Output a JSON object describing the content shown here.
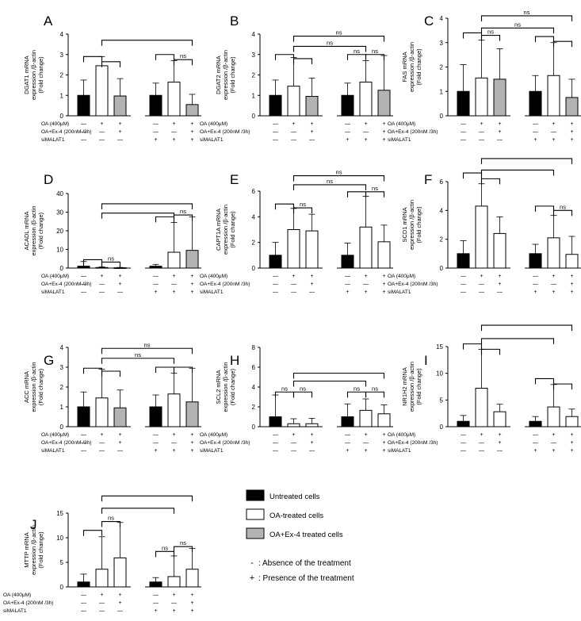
{
  "figure": {
    "legend": {
      "items": [
        {
          "label": "Untreated cells",
          "color": "#000000"
        },
        {
          "label": "OA-treated cells",
          "color": "#ffffff"
        },
        {
          "label": "OA+Ex-4 treated cells",
          "color": "#b3b3b3"
        }
      ],
      "notes": [
        {
          "sym": "-",
          "text": ": Absence of the treatment"
        },
        {
          "sym": "+",
          "text": ": Presence of the treatment"
        }
      ]
    }
  },
  "chart_data": [
    {
      "type": "bar",
      "letter": "A",
      "ylabel": [
        "DGAT1 mRNA",
        "expression /β-actin",
        "(Fold change)"
      ],
      "ylim": [
        0,
        4
      ],
      "yticks": [
        0,
        1,
        2,
        3,
        4
      ],
      "values": [
        1,
        2.45,
        0.97,
        1,
        1.65,
        0.55
      ],
      "errors": [
        0.75,
        0.45,
        0.85,
        0.6,
        1.05,
        0.5
      ],
      "colors": [
        "black",
        "white",
        "gray",
        "black",
        "white",
        "gray"
      ],
      "brackets": [
        {
          "from": 0,
          "to": 1,
          "level": 2.9,
          "label": ""
        },
        {
          "from": 1,
          "to": 2,
          "level": 2.65,
          "label": ""
        },
        {
          "from": 3,
          "to": 4,
          "level": 3.0,
          "label": ""
        },
        {
          "from": 4,
          "to": 5,
          "level": 2.75,
          "label": "ns"
        },
        {
          "from": 1,
          "to": 5,
          "level": 3.7,
          "label": ""
        }
      ],
      "rows": [
        {
          "label": "OA (400μM)",
          "signs": [
            "—",
            "+",
            "+",
            "—",
            "+",
            "+"
          ]
        },
        {
          "label": "OA+Ex-4 (200nM /3h)",
          "signs": [
            "—",
            "—",
            "+",
            "—",
            "—",
            "+"
          ]
        },
        {
          "label": "siMALAT1",
          "signs": [
            "—",
            "—",
            "—",
            "+",
            "+",
            "+"
          ]
        }
      ]
    },
    {
      "type": "bar",
      "letter": "B",
      "ylabel": [
        "DGAT2 mRNA",
        "expression /β-actin",
        "(Fold change)"
      ],
      "ylim": [
        0,
        4
      ],
      "yticks": [
        0,
        1,
        2,
        3,
        4
      ],
      "values": [
        1,
        1.45,
        0.95,
        1,
        1.65,
        1.25
      ],
      "errors": [
        0.75,
        1.4,
        0.9,
        0.6,
        1.05,
        1.7
      ],
      "colors": [
        "black",
        "white",
        "gray",
        "black",
        "white",
        "gray"
      ],
      "brackets": [
        {
          "from": 0,
          "to": 1,
          "level": 3.0,
          "label": ""
        },
        {
          "from": 1,
          "to": 2,
          "level": 2.8,
          "label": ""
        },
        {
          "from": 3,
          "to": 4,
          "level": 3.0,
          "label": "ns"
        },
        {
          "from": 4,
          "to": 5,
          "level": 3.0,
          "label": "ns"
        },
        {
          "from": 1,
          "to": 4,
          "level": 3.4,
          "label": "ns"
        },
        {
          "from": 1,
          "to": 5,
          "level": 3.9,
          "label": "ns"
        }
      ],
      "rows": [
        {
          "label": "OA (400μM)",
          "signs": [
            "—",
            "+",
            "+",
            "—",
            "+",
            "+"
          ]
        },
        {
          "label": "OA+Ex-4 (200nM /3h)",
          "signs": [
            "—",
            "—",
            "+",
            "—",
            "—",
            "+"
          ]
        },
        {
          "label": "siMALAT1",
          "signs": [
            "—",
            "—",
            "—",
            "+",
            "+",
            "+"
          ]
        }
      ]
    },
    {
      "type": "bar",
      "letter": "C",
      "ylabel": [
        "FAS mRNA",
        "expression /β-actin",
        "(Fold change)"
      ],
      "ylim": [
        0,
        4
      ],
      "yticks": [
        0,
        1,
        2,
        3,
        4
      ],
      "values": [
        1,
        1.55,
        1.5,
        1,
        1.65,
        0.75
      ],
      "errors": [
        1.1,
        1.55,
        1.25,
        0.65,
        1.35,
        0.75
      ],
      "colors": [
        "black",
        "white",
        "gray",
        "black",
        "white",
        "gray"
      ],
      "brackets": [
        {
          "from": 0,
          "to": 1,
          "level": 3.4,
          "label": ""
        },
        {
          "from": 1,
          "to": 2,
          "level": 3.3,
          "label": "ns"
        },
        {
          "from": 3,
          "to": 4,
          "level": 3.25,
          "label": ""
        },
        {
          "from": 4,
          "to": 5,
          "level": 3.05,
          "label": ""
        },
        {
          "from": 1,
          "to": 4,
          "level": 3.6,
          "label": "ns"
        },
        {
          "from": 1,
          "to": 5,
          "level": 4.1,
          "label": "ns"
        }
      ],
      "rows": [
        {
          "label": "OA (400μM)",
          "signs": [
            "—",
            "+",
            "+",
            "—",
            "+",
            "+"
          ]
        },
        {
          "label": "OA+Ex-4 (200nM /3h)",
          "signs": [
            "—",
            "—",
            "+",
            "—",
            "—",
            "+"
          ]
        },
        {
          "label": "siMALAT1",
          "signs": [
            "—",
            "—",
            "—",
            "+",
            "+",
            "+"
          ]
        }
      ]
    },
    {
      "type": "bar",
      "letter": "D",
      "ylabel": [
        "ACADL mRNA",
        "expression /β-actin",
        "(Fold change)"
      ],
      "ylim": [
        0,
        40
      ],
      "yticks": [
        0,
        10,
        20,
        30,
        40
      ],
      "values": [
        1,
        0.3,
        0.15,
        1,
        8.5,
        9.5
      ],
      "errors": [
        2.5,
        0.3,
        0.2,
        1.0,
        16,
        18
      ],
      "colors": [
        "black",
        "white",
        "gray",
        "black",
        "white",
        "gray"
      ],
      "brackets": [
        {
          "from": 0,
          "to": 1,
          "level": 4.5,
          "label": ""
        },
        {
          "from": 1,
          "to": 2,
          "level": 3.2,
          "label": "ns"
        },
        {
          "from": 3,
          "to": 4,
          "level": 27.5,
          "label": ""
        },
        {
          "from": 4,
          "to": 5,
          "level": 28.5,
          "label": "ns"
        },
        {
          "from": 1,
          "to": 4,
          "level": 29.5,
          "label": ""
        },
        {
          "from": 1,
          "to": 5,
          "level": 34.5,
          "label": ""
        }
      ],
      "rows": [
        {
          "label": "OA (400μM)",
          "signs": [
            "—",
            "+",
            "+",
            "—",
            "+",
            "+"
          ]
        },
        {
          "label": "OA+Ex-4 (200nM /3h)",
          "signs": [
            "—",
            "—",
            "+",
            "—",
            "—",
            "+"
          ]
        },
        {
          "label": "siMALAT1",
          "signs": [
            "—",
            "—",
            "—",
            "+",
            "+",
            "+"
          ]
        }
      ]
    },
    {
      "type": "bar",
      "letter": "E",
      "ylabel": [
        "CAPT1A mRNA",
        "expression /β-actin",
        "(Fold change)"
      ],
      "ylim": [
        0,
        6
      ],
      "yticks": [
        0,
        2,
        4,
        6
      ],
      "values": [
        1,
        3.0,
        2.9,
        1,
        3.2,
        2.05
      ],
      "errors": [
        1.0,
        1.65,
        1.3,
        0.95,
        2.4,
        1.3
      ],
      "colors": [
        "black",
        "white",
        "white",
        "black",
        "white",
        "white"
      ],
      "brackets": [
        {
          "from": 0,
          "to": 1,
          "level": 5.0,
          "label": ""
        },
        {
          "from": 1,
          "to": 2,
          "level": 4.7,
          "label": "ns"
        },
        {
          "from": 3,
          "to": 4,
          "level": 5.95,
          "label": ""
        },
        {
          "from": 4,
          "to": 5,
          "level": 5.95,
          "label": "ns"
        },
        {
          "from": 1,
          "to": 4,
          "level": 6.5,
          "label": "ns"
        },
        {
          "from": 1,
          "to": 5,
          "level": 7.2,
          "label": "ns"
        }
      ],
      "rows": [
        {
          "label": "OA (400μM)",
          "signs": [
            "—",
            "+",
            "+",
            "—",
            "+",
            "+"
          ]
        },
        {
          "label": "OA+Ex-4 (200nM /3h)",
          "signs": [
            "—",
            "—",
            "+",
            "—",
            "—",
            "+"
          ]
        },
        {
          "label": "siMALAT1",
          "signs": [
            "—",
            "—",
            "—",
            "+",
            "+",
            "+"
          ]
        }
      ]
    },
    {
      "type": "bar",
      "letter": "F",
      "ylabel": [
        "SCD1 mRNA",
        "expression /β-actin",
        "(Fold change)"
      ],
      "ylim": [
        0,
        6
      ],
      "yticks": [
        0,
        2,
        4,
        6
      ],
      "values": [
        1,
        4.3,
        2.4,
        1,
        2.1,
        0.95
      ],
      "errors": [
        0.9,
        1.55,
        1.15,
        0.65,
        1.55,
        1.25
      ],
      "colors": [
        "black",
        "white",
        "white",
        "black",
        "white",
        "white"
      ],
      "brackets": [
        {
          "from": 0,
          "to": 1,
          "level": 6.6,
          "label": ""
        },
        {
          "from": 1,
          "to": 2,
          "level": 6.2,
          "label": ""
        },
        {
          "from": 3,
          "to": 4,
          "level": 4.3,
          "label": ""
        },
        {
          "from": 4,
          "to": 5,
          "level": 4.0,
          "label": "ns"
        },
        {
          "from": 1,
          "to": 4,
          "level": 6.8,
          "label": ""
        },
        {
          "from": 1,
          "to": 5,
          "level": 7.6,
          "label": ""
        }
      ],
      "rows": [
        {
          "label": "OA (400μM)",
          "signs": [
            "—",
            "+",
            "+",
            "—",
            "+",
            "+"
          ]
        },
        {
          "label": "OA+Ex-4 (200nM /3h)",
          "signs": [
            "—",
            "—",
            "+",
            "—",
            "—",
            "+"
          ]
        },
        {
          "label": "siMALAT1",
          "signs": [
            "—",
            "—",
            "—",
            "+",
            "+",
            "+"
          ]
        }
      ]
    },
    {
      "type": "bar",
      "letter": "G",
      "ylabel": [
        "ACC mRNA",
        "expression /β-actin",
        "(Fold change)"
      ],
      "ylim": [
        0,
        4
      ],
      "yticks": [
        0,
        1,
        2,
        3,
        4
      ],
      "values": [
        1,
        1.45,
        0.95,
        1,
        1.65,
        1.25
      ],
      "errors": [
        0.75,
        1.45,
        0.9,
        0.6,
        1.05,
        1.7
      ],
      "colors": [
        "black",
        "white",
        "gray",
        "black",
        "white",
        "gray"
      ],
      "brackets": [
        {
          "from": 0,
          "to": 1,
          "level": 2.95,
          "label": ""
        },
        {
          "from": 1,
          "to": 2,
          "level": 2.8,
          "label": ""
        },
        {
          "from": 3,
          "to": 4,
          "level": 3.0,
          "label": ""
        },
        {
          "from": 4,
          "to": 5,
          "level": 3.0,
          "label": ""
        },
        {
          "from": 1,
          "to": 4,
          "level": 3.45,
          "label": "ns"
        },
        {
          "from": 1,
          "to": 5,
          "level": 3.95,
          "label": "ns"
        }
      ],
      "rows": [
        {
          "label": "OA (400μM)",
          "signs": [
            "—",
            "+",
            "+",
            "—",
            "+",
            "+"
          ]
        },
        {
          "label": "OA+Ex-4 (200nM /3h)",
          "signs": [
            "—",
            "—",
            "+",
            "—",
            "—",
            "+"
          ]
        },
        {
          "label": "siMALAT1",
          "signs": [
            "—",
            "—",
            "—",
            "+",
            "+",
            "+"
          ]
        }
      ]
    },
    {
      "type": "bar",
      "letter": "H",
      "ylabel": [
        "SCL2 mRNA",
        "expression /β-actin",
        "(Fold change)"
      ],
      "ylim": [
        0,
        8
      ],
      "yticks": [
        0,
        2,
        4,
        6,
        8
      ],
      "values": [
        1,
        0.3,
        0.3,
        1,
        1.65,
        1.3
      ],
      "errors": [
        2.2,
        0.5,
        0.55,
        1.3,
        1.15,
        0.9
      ],
      "colors": [
        "black",
        "white",
        "white",
        "black",
        "white",
        "white"
      ],
      "brackets": [
        {
          "from": 0,
          "to": 1,
          "level": 3.5,
          "label": "ns"
        },
        {
          "from": 1,
          "to": 2,
          "level": 3.5,
          "label": "ns"
        },
        {
          "from": 3,
          "to": 4,
          "level": 3.5,
          "label": "ns"
        },
        {
          "from": 4,
          "to": 5,
          "level": 3.5,
          "label": "ns"
        },
        {
          "from": 1,
          "to": 4,
          "level": 4.6,
          "label": ""
        },
        {
          "from": 1,
          "to": 5,
          "level": 5.4,
          "label": ""
        }
      ],
      "rows": [
        {
          "label": "OA (400μM)",
          "signs": [
            "—",
            "+",
            "+",
            "—",
            "+",
            "+"
          ]
        },
        {
          "label": "OA+Ex-4 (200nM /3h)",
          "signs": [
            "—",
            "—",
            "+",
            "—",
            "—",
            "+"
          ]
        },
        {
          "label": "siMALAT1",
          "signs": [
            "—",
            "—",
            "—",
            "+",
            "+",
            "+"
          ]
        }
      ]
    },
    {
      "type": "bar",
      "letter": "I",
      "ylabel": [
        "NR1H2 mRNA",
        "expression /β-actin",
        "(Fold change)"
      ],
      "ylim": [
        0,
        15
      ],
      "yticks": [
        0,
        5,
        10,
        15
      ],
      "values": [
        1,
        7.2,
        2.8,
        1,
        3.7,
        1.9
      ],
      "errors": [
        1.1,
        7.3,
        1.4,
        0.9,
        4.2,
        1.4
      ],
      "colors": [
        "black",
        "white",
        "white",
        "black",
        "white",
        "white"
      ],
      "brackets": [
        {
          "from": 0,
          "to": 1,
          "level": 15.5,
          "label": ""
        },
        {
          "from": 1,
          "to": 2,
          "level": 14.5,
          "label": ""
        },
        {
          "from": 3,
          "to": 4,
          "level": 9.0,
          "label": ""
        },
        {
          "from": 4,
          "to": 5,
          "level": 8.0,
          "label": ""
        },
        {
          "from": 1,
          "to": 4,
          "level": 16.5,
          "label": ""
        },
        {
          "from": 1,
          "to": 5,
          "level": 19.0,
          "label": ""
        }
      ],
      "rows": [
        {
          "label": "OA (400μM)",
          "signs": [
            "—",
            "+",
            "+",
            "—",
            "+",
            "+"
          ]
        },
        {
          "label": "OA+Ex-4 (200nM /3h)",
          "signs": [
            "—",
            "—",
            "+",
            "—",
            "—",
            "+"
          ]
        },
        {
          "label": "siMALAT1",
          "signs": [
            "—",
            "—",
            "—",
            "+",
            "+",
            "+"
          ]
        }
      ]
    },
    {
      "type": "bar",
      "letter": "J",
      "ylabel": [
        "MTTP mRNA",
        "expression /β-actin",
        "(Fold change)"
      ],
      "ylim": [
        0,
        15
      ],
      "yticks": [
        0,
        5,
        10,
        15
      ],
      "values": [
        1,
        3.6,
        5.9,
        1,
        2.1,
        3.6
      ],
      "errors": [
        1.6,
        6.6,
        7.2,
        0.9,
        4.2,
        4.2
      ],
      "colors": [
        "black",
        "white",
        "white",
        "black",
        "white",
        "white"
      ],
      "brackets": [
        {
          "from": 0,
          "to": 1,
          "level": 11.5,
          "label": ""
        },
        {
          "from": 1,
          "to": 2,
          "level": 13.3,
          "label": "ns"
        },
        {
          "from": 3,
          "to": 4,
          "level": 7.2,
          "label": "ns"
        },
        {
          "from": 4,
          "to": 5,
          "level": 8.2,
          "label": "ns"
        },
        {
          "from": 1,
          "to": 4,
          "level": 16.0,
          "label": ""
        },
        {
          "from": 1,
          "to": 5,
          "level": 18.5,
          "label": ""
        }
      ],
      "rows": [
        {
          "label": "OA (400μM)",
          "signs": [
            "—",
            "+",
            "+",
            "—",
            "+",
            "+"
          ]
        },
        {
          "label": "OA+Ex-4 (200nM /3h)",
          "signs": [
            "—",
            "—",
            "+",
            "—",
            "—",
            "+"
          ]
        },
        {
          "label": "siMALAT1",
          "signs": [
            "—",
            "—",
            "—",
            "+",
            "+",
            "+"
          ]
        }
      ]
    }
  ]
}
